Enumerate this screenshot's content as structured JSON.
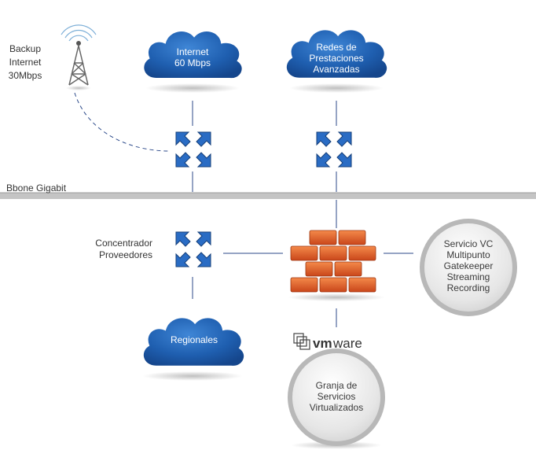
{
  "clouds": {
    "internet": [
      "Internet",
      "60 Mbps"
    ],
    "redes": [
      "Redes de",
      "Prestaciones",
      "Avanzadas"
    ],
    "regionales": [
      "Regionales"
    ]
  },
  "labels": {
    "backup": [
      "Backup",
      "Internet",
      "30Mbps"
    ],
    "backbone": "Bbone Gigabit",
    "concentrador": [
      "Concentrador",
      "Proveedores"
    ]
  },
  "circles": {
    "servicio": [
      "Servicio VC",
      "Multipunto",
      "Gatekeeper",
      "Streaming",
      "Recording"
    ],
    "granja": [
      "Granja de",
      "Servicios",
      "Virtualizados"
    ]
  },
  "logo": {
    "vm": "vm",
    "ware": "ware"
  },
  "icons": {
    "antenna": "radio-tower-icon",
    "router": "router-arrows-icon",
    "firewall": "brick-firewall-icon",
    "vmware": "vmware-logo-icon"
  },
  "colors": {
    "cloud": "#1f5fb0",
    "router": "#2a6cc4",
    "brick": "#e25a1e",
    "line": "#2c4a8a",
    "backbone": "#bdbdbd",
    "circle": "#bdbdbd"
  }
}
